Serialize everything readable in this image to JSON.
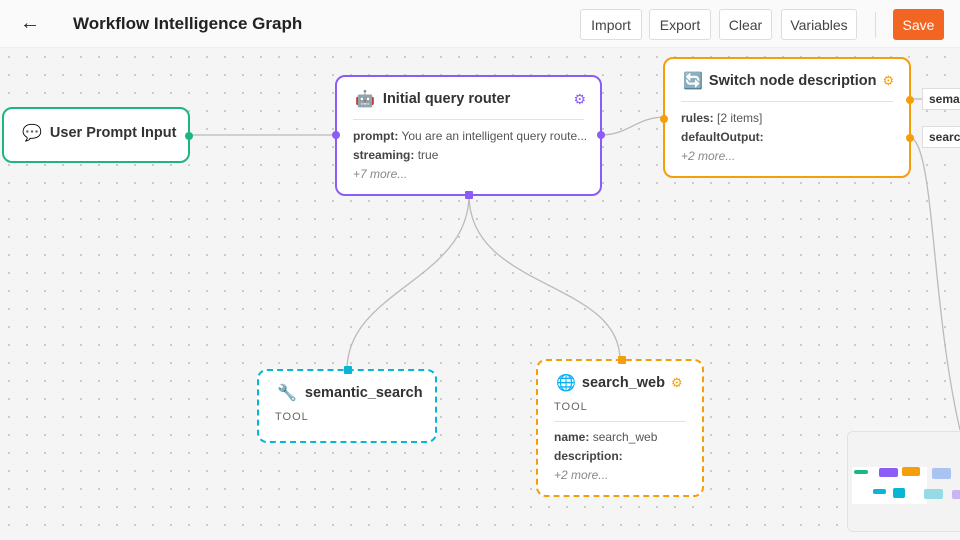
{
  "header": {
    "title": "Workflow Intelligence Graph",
    "back_icon": "arrow-left-icon",
    "buttons": {
      "import": "Import",
      "export": "Export",
      "clear": "Clear",
      "variables": "Variables",
      "save": "Save"
    }
  },
  "colors": {
    "accent": "#f26522",
    "green": "#1db585",
    "purple": "#8b5cf6",
    "orange": "#f59e0b",
    "cyan": "#06b6d4"
  },
  "nodes": {
    "input": {
      "title": "User Prompt Input",
      "icon": "speech-bubble-icon"
    },
    "router": {
      "title": "Initial query router",
      "icon": "robot-icon",
      "rows": [
        {
          "k": "prompt:",
          "v": "You are an intelligent query route..."
        },
        {
          "k": "streaming:",
          "v": "true"
        }
      ],
      "more": "+7 more..."
    },
    "switch": {
      "title": "Switch node description",
      "icon": "switch-icon",
      "rows": [
        {
          "k": "rules:",
          "v": "[2 items]"
        },
        {
          "k": "defaultOutput:",
          "v": ""
        }
      ],
      "more": "+2 more...",
      "outputs": [
        "seman",
        "search"
      ]
    },
    "semantic": {
      "title": "semantic_search",
      "icon": "wrench-icon",
      "tag": "TOOL"
    },
    "web": {
      "title": "search_web",
      "icon": "globe-icon",
      "tag": "TOOL",
      "rows": [
        {
          "k": "name:",
          "v": "search_web"
        },
        {
          "k": "description:",
          "v": ""
        }
      ],
      "more": "+2 more..."
    }
  }
}
